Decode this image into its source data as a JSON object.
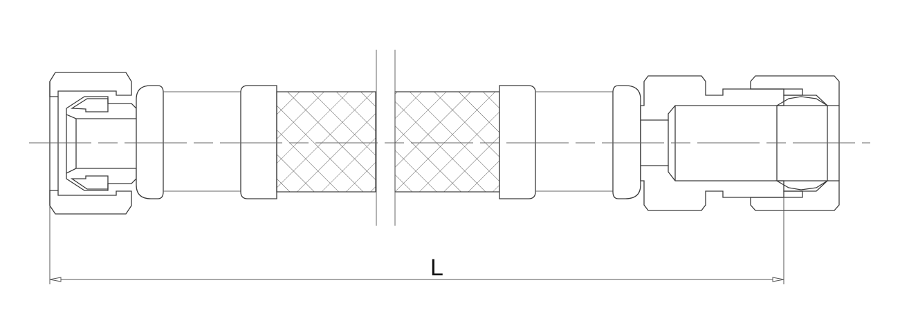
{
  "drawing": {
    "type": "technical-section-drawing",
    "subject": "braided flexible hose assembly with threaded nut and compression fitting",
    "line_color": "#3a3a3a",
    "background": "#ffffff"
  },
  "parts": [
    {
      "id": "left-nut",
      "description": "left hex nut (sectioned, hatched)"
    },
    {
      "id": "left-seal",
      "description": "left seal ring (cross-hatched)"
    },
    {
      "id": "left-insert",
      "description": "left insert / nipple (hatched)"
    },
    {
      "id": "left-crimp-collar",
      "description": "left rounded crimp collar"
    },
    {
      "id": "left-tube",
      "description": "left tube section"
    },
    {
      "id": "left-sleeve",
      "description": "left ferrule sleeve"
    },
    {
      "id": "braid",
      "description": "braided hose (diamond mesh), shown with break"
    },
    {
      "id": "right-sleeve",
      "description": "right ferrule sleeve"
    },
    {
      "id": "right-tube",
      "description": "right tube section"
    },
    {
      "id": "right-crimp-collar",
      "description": "right rounded crimp collar"
    },
    {
      "id": "right-body",
      "description": "right hex body (sectioned, hatched)"
    },
    {
      "id": "right-ferrule",
      "description": "compression ferrule / olive (cross-hatched)"
    },
    {
      "id": "right-nut",
      "description": "right compression nut (sectioned, hatched)"
    }
  ],
  "dimension": {
    "label": "L",
    "description": "overall length"
  }
}
